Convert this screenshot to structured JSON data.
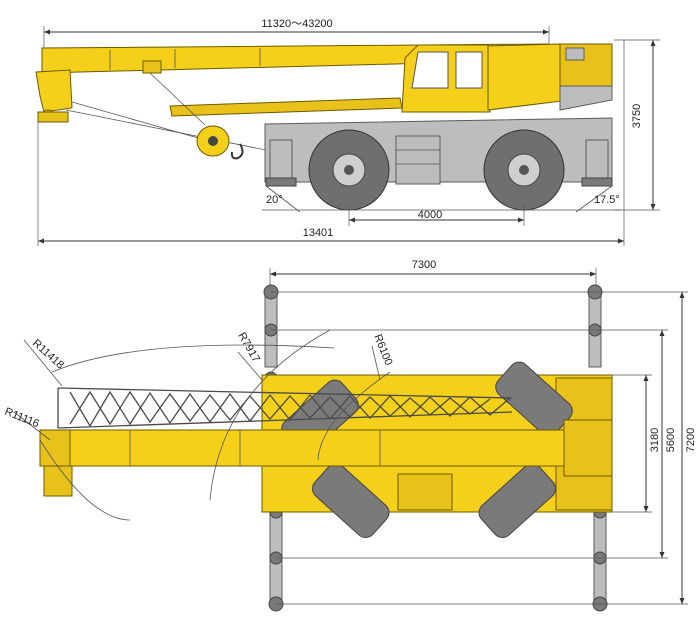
{
  "side_view": {
    "boom_length": "11320～43200",
    "total_height": "3750",
    "overall_length": "13401",
    "wheelbase": "4000",
    "approach_angle": "20°",
    "departure_angle": "17.5°"
  },
  "top_view": {
    "outrigger_span_length": "7300",
    "outrigger_span_width": "7200",
    "mid_outrigger_width": "5600",
    "chassis_width": "3180",
    "radius_lattice_tip": "R11418",
    "radius_boom_head": "R11116",
    "radius_counterweight": "R7917",
    "radius_tail": "R6100"
  },
  "colors": {
    "body_yellow": "#f4d01a",
    "chassis_grey": "#bdbdbd",
    "tyre_grey": "#6f6f6f"
  }
}
